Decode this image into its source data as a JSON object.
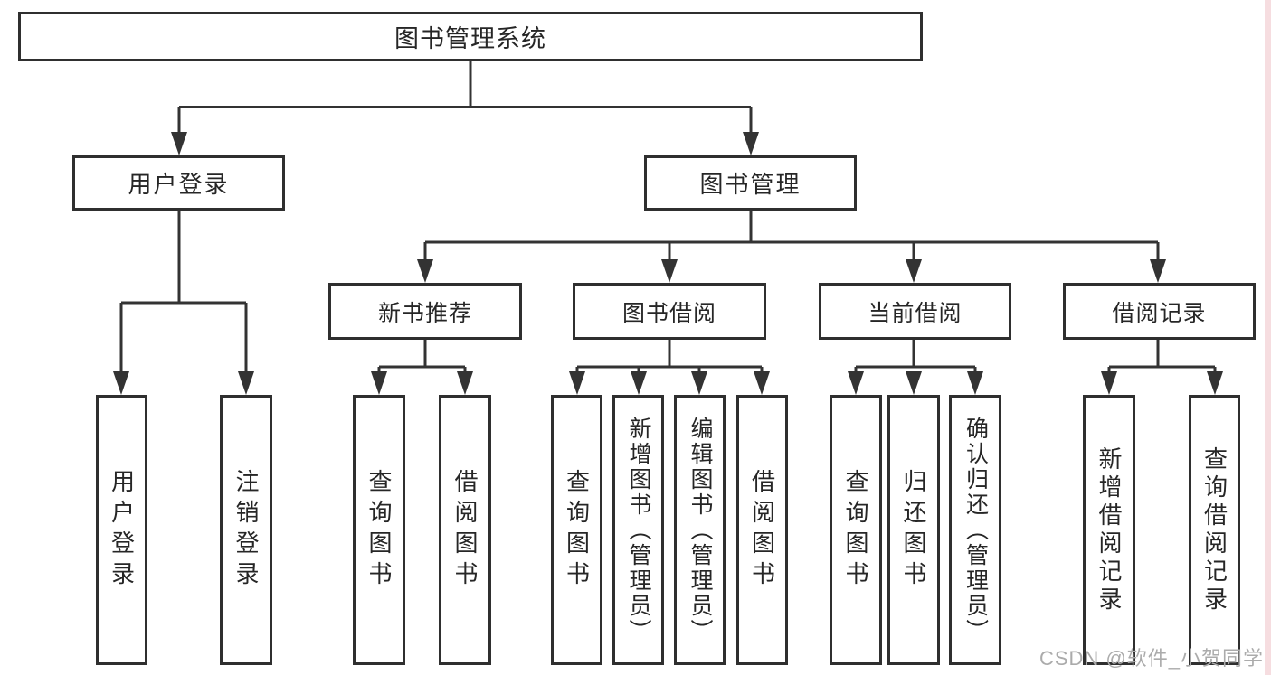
{
  "tree": {
    "root": "图书管理系统",
    "branches": [
      {
        "label": "用户登录",
        "children": [
          "用户登录",
          "注销登录"
        ]
      },
      {
        "label": "图书管理",
        "groups": [
          {
            "label": "新书推荐",
            "children": [
              "查询图书",
              "借阅图书"
            ]
          },
          {
            "label": "图书借阅",
            "children": [
              "查询图书",
              "新增图书（管理员）",
              "编辑图书（管理员）",
              "借阅图书"
            ]
          },
          {
            "label": "当前借阅",
            "children": [
              "查询图书",
              "归还图书",
              "确认归还（管理员）"
            ]
          },
          {
            "label": "借阅记录",
            "children": [
              "新增借阅记录",
              "查询借阅记录"
            ]
          }
        ]
      }
    ]
  },
  "watermark": "CSDN @软件_小贺同学",
  "colors": {
    "line": "#333333",
    "border": "#2f2f2f",
    "text": "#262626",
    "watermark": "#ababab",
    "edge_strip": "#f6dde0"
  }
}
